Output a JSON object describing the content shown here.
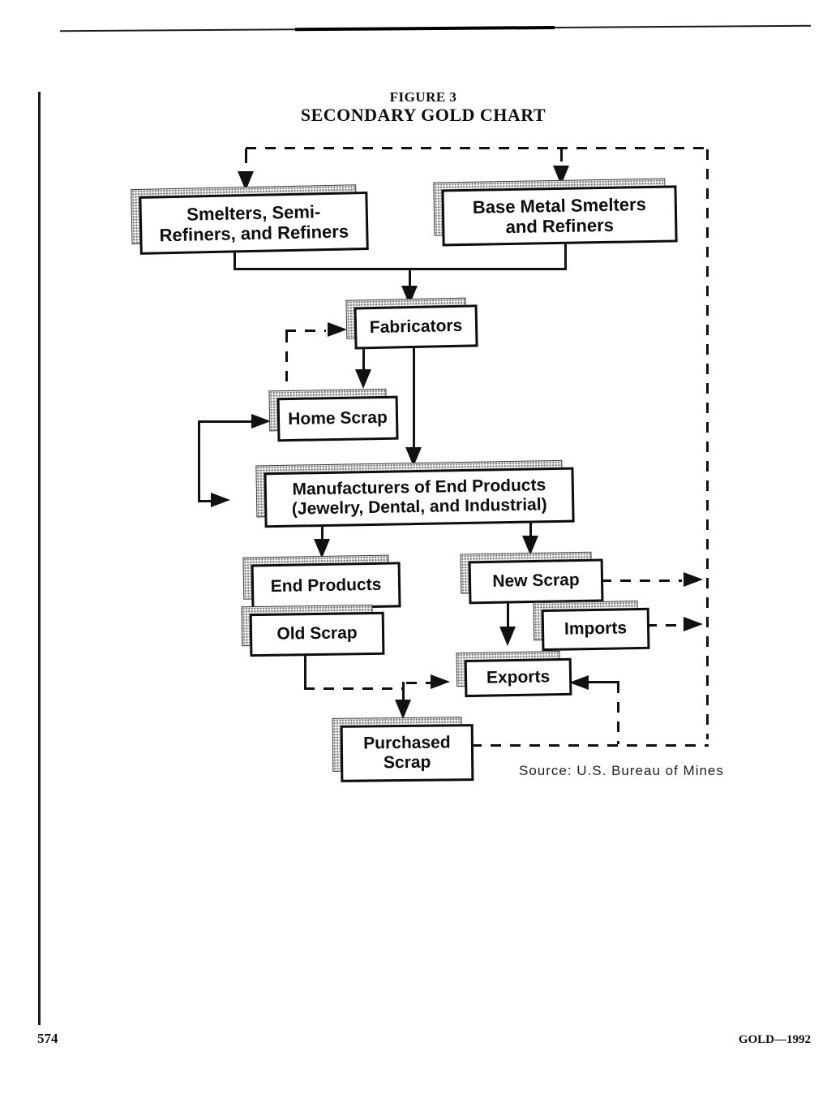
{
  "page": {
    "figure_label": "FIGURE 3",
    "figure_title": "SECONDARY GOLD CHART",
    "source_note": "Source: U.S. Bureau of Mines",
    "page_number": "574",
    "running_footer": "GOLD—1992"
  },
  "diagram": {
    "nodes": [
      {
        "id": "smelters",
        "lines": [
          "Smelters, Semi-",
          "Refiners, and Refiners"
        ]
      },
      {
        "id": "base_metal_smelters",
        "lines": [
          "Base Metal Smelters",
          "and Refiners"
        ]
      },
      {
        "id": "fabricators",
        "lines": [
          "Fabricators"
        ]
      },
      {
        "id": "home_scrap",
        "lines": [
          "Home Scrap"
        ]
      },
      {
        "id": "manufacturers",
        "lines": [
          "Manufacturers of End Products",
          "(Jewelry, Dental, and Industrial)"
        ]
      },
      {
        "id": "end_products",
        "lines": [
          "End Products"
        ]
      },
      {
        "id": "new_scrap",
        "lines": [
          "New Scrap"
        ]
      },
      {
        "id": "old_scrap",
        "lines": [
          "Old Scrap"
        ]
      },
      {
        "id": "imports",
        "lines": [
          "Imports"
        ]
      },
      {
        "id": "exports",
        "lines": [
          "Exports"
        ]
      },
      {
        "id": "purchased_scrap",
        "lines": [
          "Purchased",
          "Scrap"
        ]
      }
    ],
    "edges": [
      {
        "from": "smelters",
        "to": "fabricators",
        "style": "solid"
      },
      {
        "from": "base_metal_smelters",
        "to": "fabricators",
        "style": "solid"
      },
      {
        "from": "fabricators",
        "to": "home_scrap",
        "style": "solid"
      },
      {
        "from": "fabricators",
        "to": "manufacturers",
        "style": "solid"
      },
      {
        "from": "home_scrap",
        "to": "fabricators",
        "style": "dashed"
      },
      {
        "from": "home_scrap",
        "to": "manufacturers",
        "style": "solid"
      },
      {
        "from": "manufacturers",
        "to": "end_products",
        "style": "solid"
      },
      {
        "from": "manufacturers",
        "to": "new_scrap",
        "style": "solid"
      },
      {
        "from": "new_scrap",
        "to": "exports",
        "style": "solid"
      },
      {
        "from": "new_scrap",
        "to": "return_loop",
        "style": "dashed"
      },
      {
        "from": "imports",
        "to": "return_loop",
        "style": "dashed"
      },
      {
        "from": "old_scrap",
        "to": "exports",
        "style": "dashed"
      },
      {
        "from": "old_scrap",
        "to": "purchased_scrap",
        "style": "solid"
      },
      {
        "from": "purchased_scrap",
        "to": "exports",
        "style": "dashed"
      },
      {
        "from": "purchased_scrap",
        "to": "return_loop",
        "style": "dashed"
      },
      {
        "from": "return_loop",
        "to": "smelters",
        "style": "dashed"
      },
      {
        "from": "return_loop",
        "to": "base_metal_smelters",
        "style": "dashed"
      }
    ],
    "colors": {
      "ink": "#111111",
      "paper": "#ffffff",
      "shadow_stipple": "#787878"
    }
  }
}
